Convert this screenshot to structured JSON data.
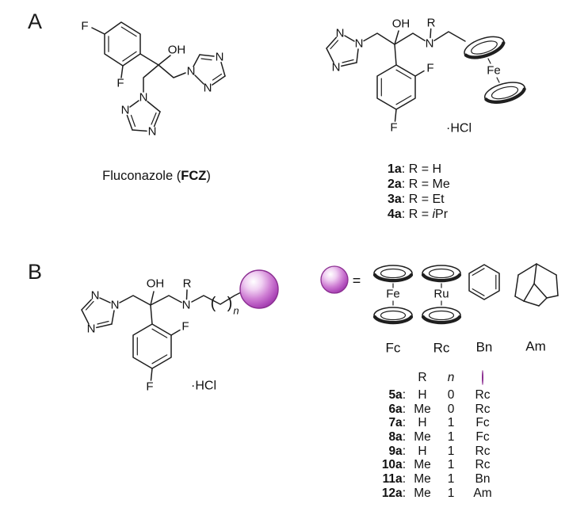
{
  "figure": {
    "panel_a": {
      "label": "A",
      "fluconazole_caption": {
        "name": "Fluconazole (",
        "abbr": "FCZ",
        "close": ")"
      },
      "r_equals": "R =",
      "variants": [
        {
          "id": "1a",
          "r": "H"
        },
        {
          "id": "2a",
          "r": "Me"
        },
        {
          "id": "3a",
          "r": "Et"
        },
        {
          "id": "4a",
          "r": "Pr",
          "r_italic": "i"
        }
      ]
    },
    "panel_b": {
      "label": "B",
      "legend": {
        "equals": "=",
        "fragments": [
          {
            "label": "Fc",
            "metal": "Fe",
            "type": "metallocene"
          },
          {
            "label": "Rc",
            "metal": "Ru",
            "type": "metallocene"
          },
          {
            "label": "Bn",
            "type": "benzene"
          },
          {
            "label": "Am",
            "type": "adamantane"
          }
        ]
      },
      "table": {
        "headers": {
          "r": "R",
          "n": "n"
        },
        "rows": [
          {
            "id": "5a",
            "r": "H",
            "n": "0",
            "group": "Rc"
          },
          {
            "id": "6a",
            "r": "Me",
            "n": "0",
            "group": "Rc"
          },
          {
            "id": "7a",
            "r": "H",
            "n": "1",
            "group": "Fc"
          },
          {
            "id": "8a",
            "r": "Me",
            "n": "1",
            "group": "Fc"
          },
          {
            "id": "9a",
            "r": "H",
            "n": "1",
            "group": "Rc"
          },
          {
            "id": "10a",
            "r": "Me",
            "n": "1",
            "group": "Rc"
          },
          {
            "id": "11a",
            "r": "Me",
            "n": "1",
            "group": "Bn"
          },
          {
            "id": "12a",
            "r": "Me",
            "n": "1",
            "group": "Am"
          }
        ]
      }
    },
    "atom_labels": {
      "oh": "OH",
      "n": "N",
      "f": "F",
      "fe": "Fe",
      "ru": "Ru",
      "r": "R",
      "n_sub": "n",
      "hcl": "·HCl",
      "paren_open": "(",
      "paren_close": ")"
    },
    "colors": {
      "bond": "#1f1f1f",
      "sphere_core": "#ffffff",
      "sphere_main": "#cf7fd4",
      "sphere_edge": "#9232a0",
      "sphere_stroke": "#8b2e91"
    }
  }
}
